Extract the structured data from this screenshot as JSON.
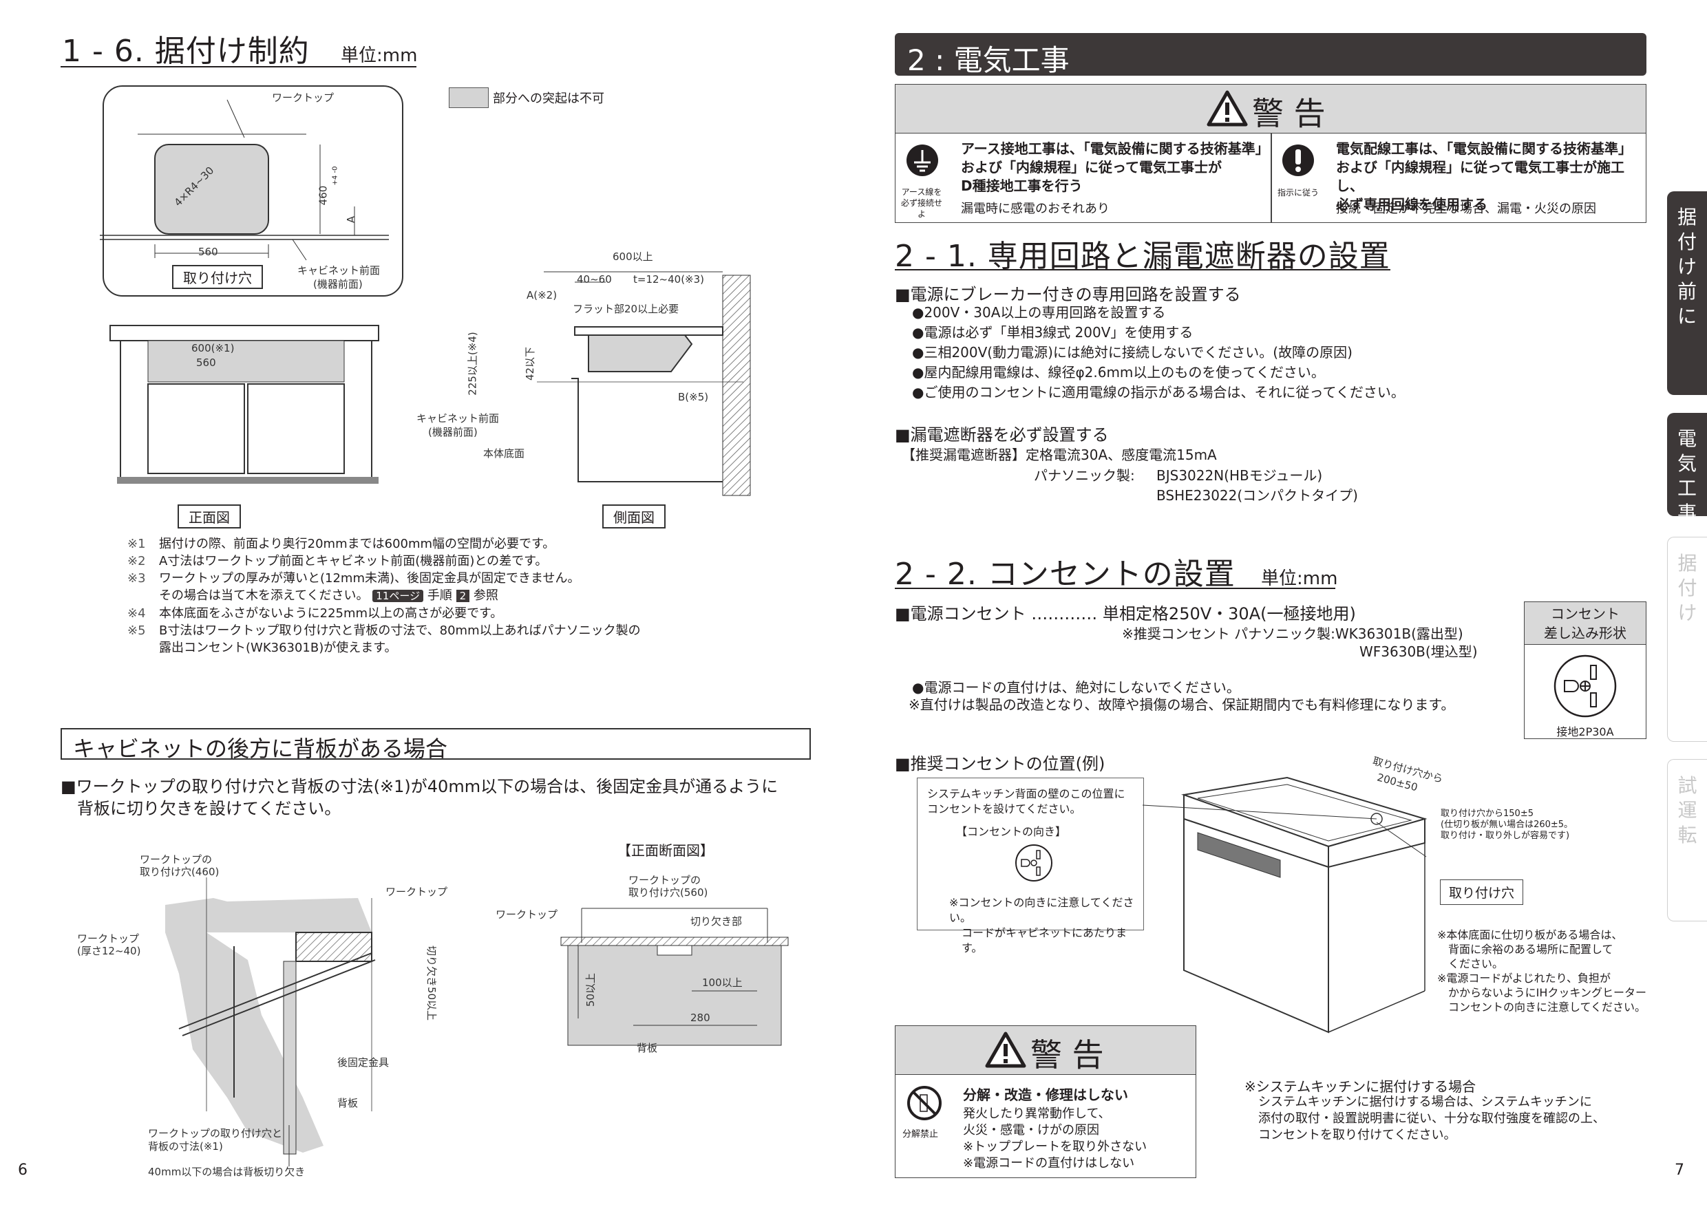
{
  "left": {
    "section_title": "1 - 6. 据付け制約",
    "section_unit": "単位:mm",
    "legend_text": "部分への突起は不可",
    "fig_top": {
      "worktop": "ワークトップ",
      "radius": "4×R4~30",
      "h460": "460",
      "tol": "+4 -0",
      "a_label": "A",
      "w560": "560",
      "hole_label": "取り付け穴",
      "cab_front": "キャビネット前面",
      "cab_front_sub": "(機器前面)"
    },
    "fig_front": {
      "w600": "600(※1)",
      "w560": "560",
      "caption": "正面図"
    },
    "fig_side": {
      "w600": "600以上",
      "w4060": "40~60",
      "t": "t=12~40(※3)",
      "a2": "A(※2)",
      "flat": "フラット部20以上必要",
      "h225": "225以上(※4)",
      "h42": "42以下",
      "b5": "B(※5)",
      "cab_front": "キャビネット前面",
      "cab_front_sub": "(機器前面)",
      "bottom": "本体底面",
      "caption": "側面図"
    },
    "notes": [
      {
        "mark": "※1",
        "text": "据付けの際、前面より奥行20mmまでは600mm幅の空間が必要です。"
      },
      {
        "mark": "※2",
        "text": "A寸法はワークトップ前面とキャビネット前面(機器前面)との差です。"
      },
      {
        "mark": "※3",
        "text": "ワークトップの厚みが薄いと(12mm未満)、後固定金具が固定できません。"
      },
      {
        "mark": "",
        "text": "その場合は当て木を添えてください。",
        "ref_page": "11ページ",
        "ref_mid": "手順",
        "ref_step": "2",
        "ref_end": "参照"
      },
      {
        "mark": "※4",
        "text": "本体底面をふさがないように225mm以上の高さが必要です。"
      },
      {
        "mark": "※5",
        "text": "B寸法はワークトップ取り付け穴と背板の寸法で、80mm以上あればパナソニック製の"
      },
      {
        "mark": "",
        "text": "露出コンセント(WK36301B)が使えます。"
      }
    ],
    "back_title": "キャビネットの後方に背板がある場合",
    "back_desc_1": "■ワークトップの取り付け穴と背板の寸法(※1)が40mm以下の場合は、後固定金具が通るように",
    "back_desc_2": "背板に切り欠きを設けてください。",
    "fig_back": {
      "hole": "ワークトップの",
      "hole2": "取り付け穴(460)",
      "worktop": "ワークトップ",
      "thick": "ワークトップ",
      "thick2": "(厚さ12~40)",
      "notch50": "切り欠き50以上",
      "bracket": "後固定金具",
      "backplate": "背板",
      "dist": "ワークトップの取り付け穴と",
      "dist2": "背板の寸法(※1)",
      "note": "40mm以下の場合は背板切り欠き"
    },
    "fig_section": {
      "title": "【正面断面図】",
      "hole": "ワークトップの",
      "hole2": "取り付け穴(560)",
      "worktop": "ワークトップ",
      "notch": "切り欠き部",
      "h50": "50以上",
      "w100": "100以上",
      "w280": "280",
      "backplate": "背板"
    },
    "page_no": "6"
  },
  "right": {
    "section_title": "2 : 電気工事",
    "warn_title": "警 告",
    "warn_left": {
      "icon_cap1": "アース線を",
      "icon_cap2": "必ず接続せよ",
      "line1": "アース接地工事は、「電気設備に関する技術基準」",
      "line2": "および「内線規程」に従って電気工事士が",
      "line3": "D種接地工事を行う",
      "sub": "漏電時に感電のおそれあり"
    },
    "warn_right": {
      "icon_cap": "指示に従う",
      "line1": "電気配線工事は、「電気設備に関する技術基準」",
      "line2": "および「内線規程」に従って電気工事士が施工し、",
      "line3": "必ず専用回線を使用する",
      "sub": "接続・固定が不完全な場合、漏電・火災の原因"
    },
    "s21_title": "2 - 1. 専用回路と漏電遮断器の設置",
    "s21_h1": "■電源にブレーカー付きの専用回路を設置する",
    "s21_items": [
      "●200V・30A以上の専用回路を設置する",
      "●電源は必ず「単相3線式 200V」を使用する",
      "●三相200V(動力電源)には絶対に接続しないでください。(故障の原因)",
      "●屋内配線用電線は、線径φ2.6mm以上のものを使ってください。",
      "●ご使用のコンセントに適用電線の指示がある場合は、それに従ってください。"
    ],
    "s21_h2": "■漏電遮断器を必ず設置する",
    "s21_rec": "【推奨漏電遮断器】定格電流30A、感度電流15mA",
    "s21_maker": "パナソニック製:",
    "s21_model1": "BJS3022N(HBモジュール)",
    "s21_model2": "BSHE23022(コンパクトタイプ)",
    "s22_title": "2 - 2. コンセントの設置",
    "s22_unit": "単位:mm",
    "s22_outlet": "■電源コンセント ………… 単相定格250V・30A(一極接地用)",
    "s22_rec": "※推奨コンセント パナソニック製:WK36301B(露出型)",
    "s22_rec2": "WF3630B(埋込型)",
    "s22_box_title1": "コンセント",
    "s22_box_title2": "差し込み形状",
    "s22_box_cap": "接地2P30A",
    "s22_note1": "●電源コードの直付けは、絶対にしないでください。",
    "s22_note2": "※直付けは製品の改造となり、故障や損傷の場合、保証期間内でも有料修理になります。",
    "s22_pos": "■推奨コンセントの位置(例)",
    "callout1": "システムキッチン背面の壁のこの位置に",
    "callout2": "コンセントを設けてください。",
    "callout_dir": "【コンセントの向き】",
    "callout_n1": "※コンセントの向きに注意してください。",
    "callout_n2": "コードがキャビネットにあたります。",
    "dim_from": "取り付け穴から",
    "dim_200": "200±50",
    "dim_r1": "取り付け穴から150±5",
    "dim_r2": "(仕切り板が無い場合は260±5。",
    "dim_r3": "取り付け・取り外しが容易です)",
    "hole_label": "取り付け穴",
    "side_n1": "※本体底面に仕切り板がある場合は、",
    "side_n2": "背面に余裕のある場所に配置して",
    "side_n3": "ください。",
    "side_n4": "※電源コードがよじれたり、負担が",
    "side_n5": "かからないようにIHクッキングヒーター",
    "side_n6": "コンセントの向きに注意してください。",
    "warn2_title": "警 告",
    "warn2_icon_cap": "分解禁止",
    "warn2_head": "分解・改造・修理はしない",
    "warn2_l1": "発火したり異常動作して、",
    "warn2_l2": "火災・感電・けがの原因",
    "warn2_l3": "※トッププレートを取り外さない",
    "warn2_l4": "※電源コードの直付けはしない",
    "sys_head": "※システムキッチンに据付けする場合",
    "sys_l1": "システムキッチンに据付けする場合は、システムキッチンに",
    "sys_l2": "添付の取付・設置説明書に従い、十分な取付強度を確認の上、",
    "sys_l3": "コンセントを取り付けてください。",
    "page_no": "7"
  },
  "tabs": [
    {
      "label": "据付け前に",
      "state": "active"
    },
    {
      "label": "電気工事",
      "state": "active"
    },
    {
      "label": "据付け",
      "state": "inactive"
    },
    {
      "label": "試運転",
      "state": "inactive"
    }
  ],
  "colors": {
    "section_bar": "#3d3838",
    "tab_active": "#3d3838",
    "warn_head": "#d9d9d9",
    "fill_gray": "#d4d4d4"
  }
}
